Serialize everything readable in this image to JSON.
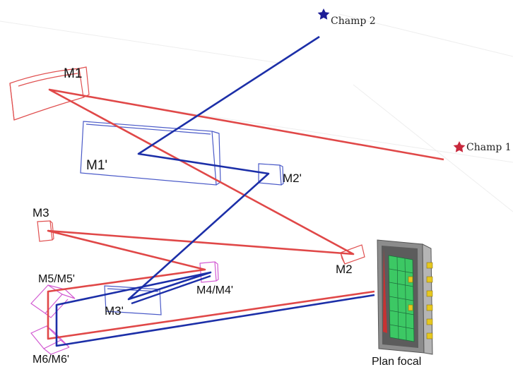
{
  "labels": {
    "m1": "M1",
    "m1p": "M1'",
    "m2p": "M2'",
    "m2": "M2",
    "m3": "M3",
    "m3p": "M3'",
    "m4": "M4/M4'",
    "m5": "M5/M5'",
    "m6": "M6/M6'",
    "focal": "Plan focal",
    "field1": "Champ 1",
    "field2": "Champ 2"
  },
  "colors": {
    "red_beam": "#e04848",
    "blue_beam": "#1c2fa8",
    "red_outline": "#e05050",
    "blue_outline": "#4a5ac8",
    "magenta_outline": "#d25ad2",
    "star_red": "#c8283c",
    "star_blue": "#1c1c96",
    "detector_green": "#3cc864",
    "detector_yellow": "#e6c81e",
    "detector_frame": "#7a7a7a"
  },
  "icons": {
    "field1_marker": "red-star-icon",
    "field2_marker": "blue-star-icon"
  }
}
